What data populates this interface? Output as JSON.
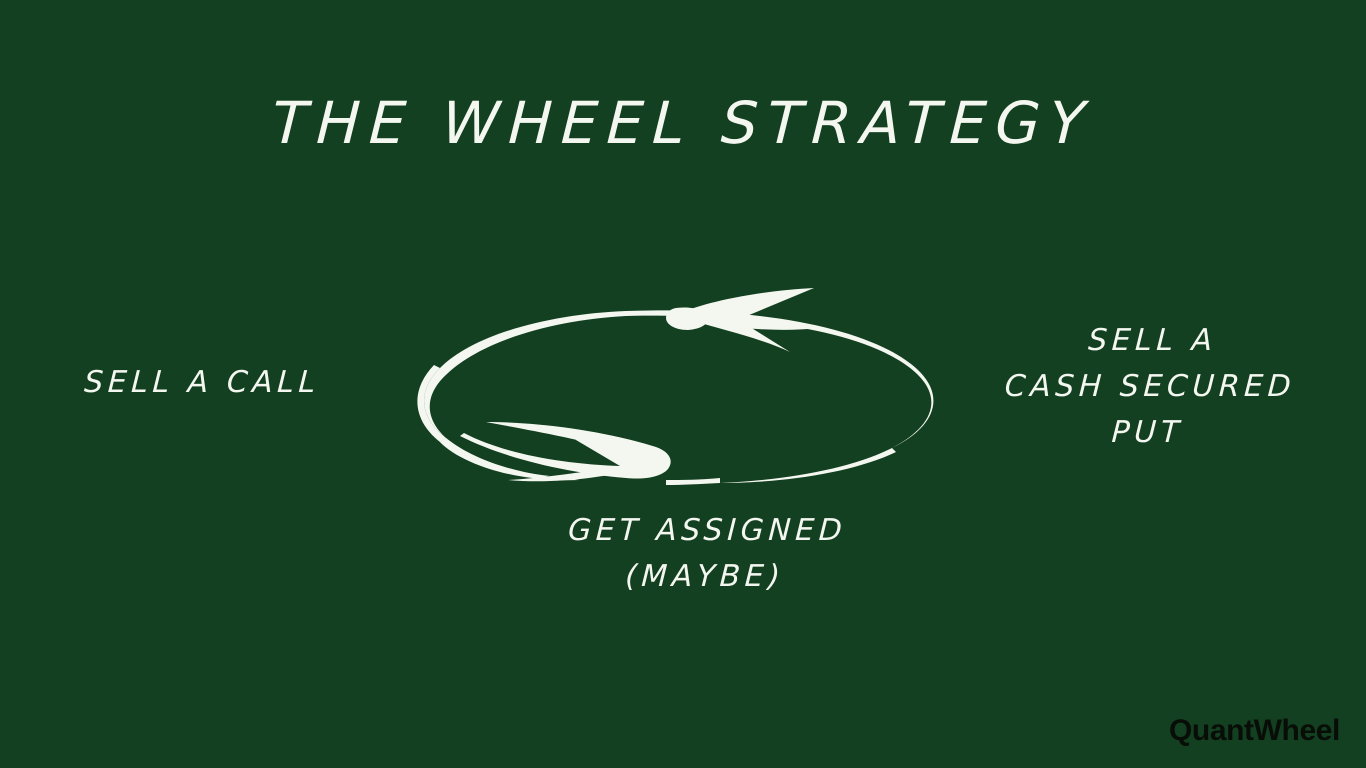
{
  "slide": {
    "background_color": "#134020",
    "ink_color": "#f4f7f0",
    "logo_color": "#080d08",
    "title": "THE WHEEL STRATEGY"
  },
  "diagram": {
    "type": "cycle",
    "arrow_color": "#f4f7f0",
    "nodes": [
      {
        "id": "sell-call",
        "label": "SELL A CALL",
        "position": "left"
      },
      {
        "id": "sell-cash-secured-put",
        "label_line_1": "SELL A",
        "label_line_2": "CASH SECURED",
        "label_line_3": "PUT",
        "position": "right"
      },
      {
        "id": "get-assigned",
        "label_line_1": "GET ASSIGNED",
        "label_line_2": "(MAYBE)",
        "position": "bottom"
      }
    ],
    "arrows": [
      {
        "id": "top-arrow",
        "direction": "left",
        "description": "curved arrow sweeping from right side to left side along the top of the ellipse"
      },
      {
        "id": "bottom-arrow",
        "direction": "right",
        "description": "curved arrow sweeping from left side to right side along the bottom of the ellipse"
      }
    ]
  },
  "brand": {
    "logo_text": "QuantWheel"
  }
}
